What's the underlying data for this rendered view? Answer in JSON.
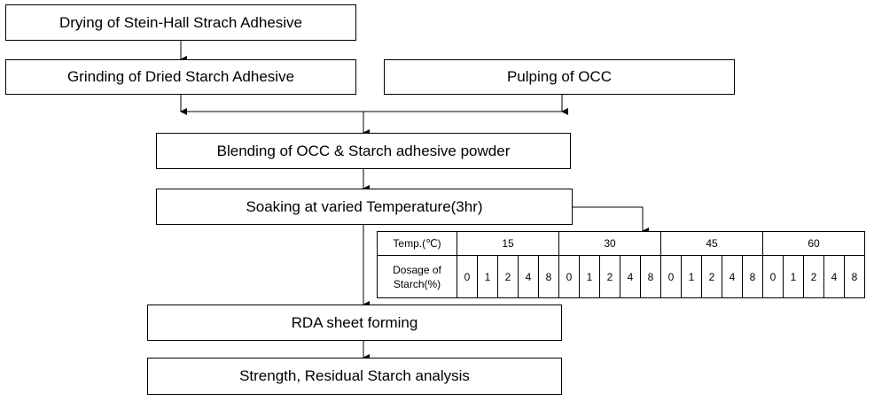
{
  "steps": {
    "drying": "Drying of Stein-Hall Strach Adhesive",
    "grinding": "Grinding of Dried Starch Adhesive",
    "pulping": "Pulping of OCC",
    "blending": "Blending of OCC & Starch adhesive powder",
    "soaking": "Soaking at varied Temperature(3hr)",
    "rda": "RDA sheet forming",
    "analysis": "Strength, Residual Starch analysis"
  },
  "conditions": {
    "temp_label": "Temp.(℃)",
    "dosage_label_line1": "Dosage of",
    "dosage_label_line2": "Starch(%)",
    "temperatures": [
      "15",
      "30",
      "45",
      "60"
    ],
    "dosages": [
      "0",
      "1",
      "2",
      "4",
      "8"
    ]
  }
}
